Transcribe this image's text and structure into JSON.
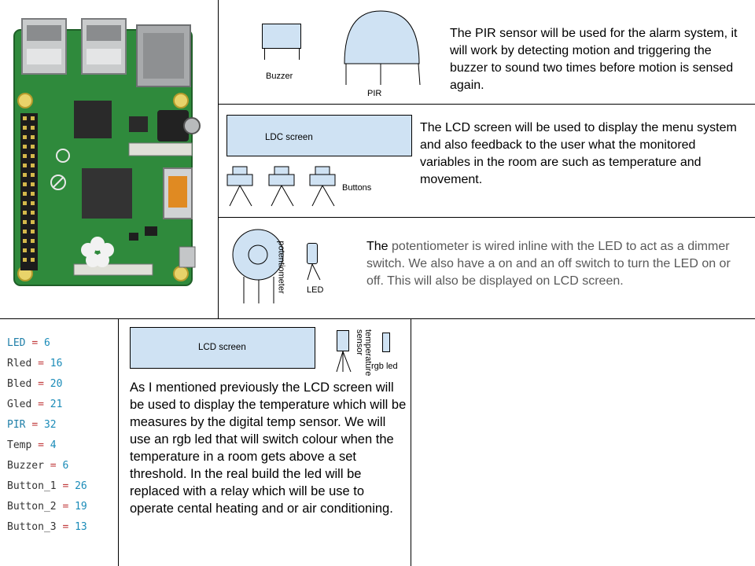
{
  "buzzer": {
    "label": "Buzzer"
  },
  "pir": {
    "label": "PIR",
    "description": "The PIR sensor will be used for the alarm system, it will work by detecting motion and triggering the buzzer to sound two times before motion is sensed again."
  },
  "lcd_section": {
    "screen_label": "LDC screen",
    "buttons_label": "Buttons",
    "description": "The LCD screen will be used to display the menu system and also feedback to the user what the monitored variables in the room are such as temperature and movement."
  },
  "pot_section": {
    "pot_label": "potentiometer",
    "led_label": "LED",
    "description_lead": "The",
    "description_rest": " potentiometer is wired inline with the LED to act as a dimmer switch. We also have a on and an off switch to turn the LED on or off. This will also be displayed on LCD screen."
  },
  "pins": [
    {
      "name": "LED",
      "value": "6"
    },
    {
      "name": "Rled",
      "value": "16"
    },
    {
      "name": "Bled",
      "value": "20"
    },
    {
      "name": "Gled",
      "value": "21"
    },
    {
      "name": "PIR",
      "value": "32"
    },
    {
      "name": "Temp",
      "value": "4"
    },
    {
      "name": "Buzzer",
      "value": "6"
    },
    {
      "name": "Button_1",
      "value": "26"
    },
    {
      "name": "Button_2",
      "value": "19"
    },
    {
      "name": "Button_3",
      "value": "13"
    }
  ],
  "temp_section": {
    "screen_label": "LCD screen",
    "sensor_label": "temperature sensor",
    "rgb_label": "rgb led",
    "description": "As I mentioned previously the LCD screen will be used to display the temperature which will be measures by the digital temp sensor. We will use an rgb led that will switch colour when the temperature in a room gets above a set threshold. In the real build the led will be replaced with a relay which will be use to operate cental heating and or air conditioning."
  },
  "colors": {
    "shape_fill": "#cfe2f3",
    "board_green": "#2f8a3c"
  }
}
